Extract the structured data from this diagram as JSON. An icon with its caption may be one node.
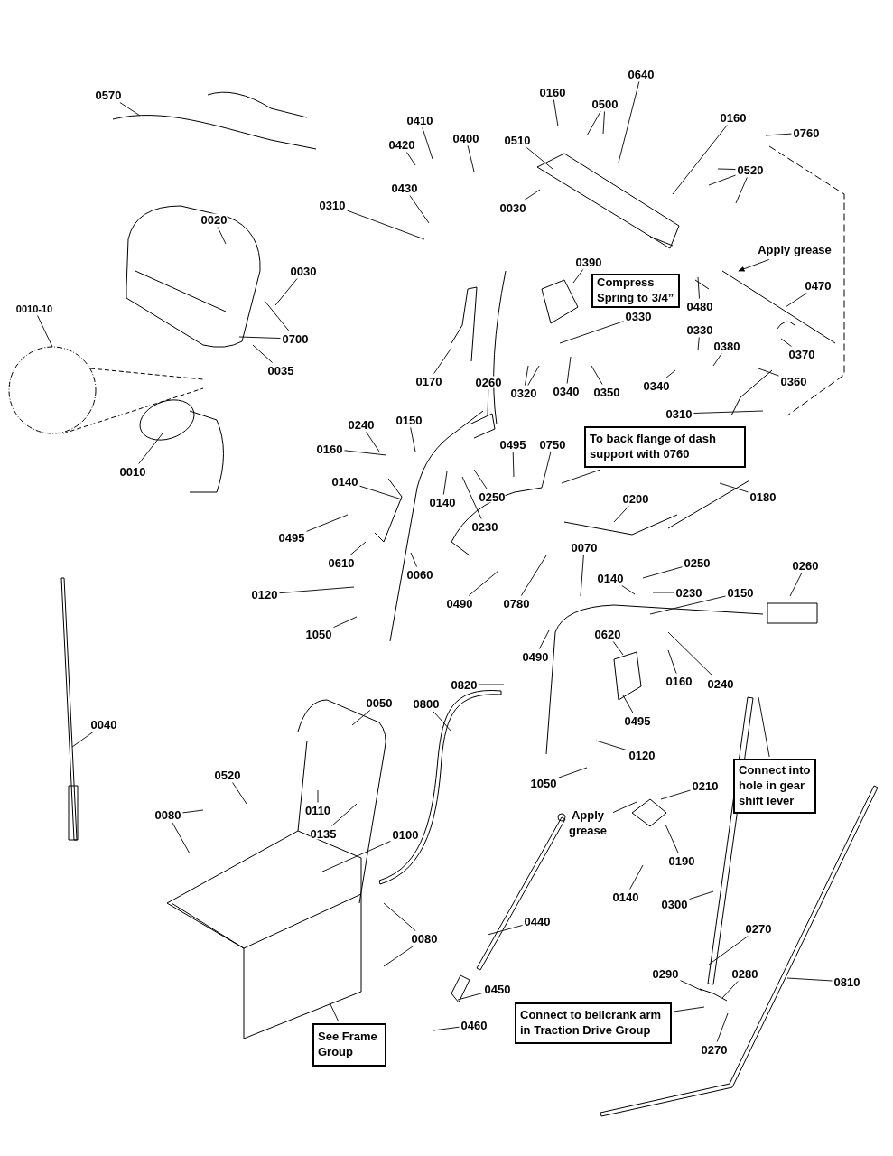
{
  "diagram": {
    "nodes": [
      {
        "text": [
          "0570"
        ]
      },
      {
        "text": [
          "0410"
        ]
      },
      {
        "text": [
          "0420"
        ]
      },
      {
        "text": [
          "0400"
        ]
      },
      {
        "text": [
          "0430"
        ]
      },
      {
        "text": [
          "0310"
        ]
      },
      {
        "text": [
          "0160"
        ]
      },
      {
        "text": [
          "0500"
        ]
      },
      {
        "text": [
          "0640"
        ]
      },
      {
        "text": [
          "0510"
        ]
      },
      {
        "text": [
          "0030"
        ]
      },
      {
        "text": [
          "0160"
        ]
      },
      {
        "text": [
          "0760"
        ]
      },
      {
        "text": [
          "0520"
        ]
      },
      {
        "text": [
          "0020"
        ]
      },
      {
        "text": [
          "0030"
        ]
      },
      {
        "text": [
          "0700"
        ]
      },
      {
        "text": [
          "0035"
        ]
      },
      {
        "text": [
          "0010-10"
        ]
      },
      {
        "text": [
          "0010"
        ]
      },
      {
        "text": [
          "Apply grease"
        ]
      },
      {
        "text": [
          "0470"
        ]
      },
      {
        "text": [
          "0390"
        ]
      },
      {
        "text": [
          "Compress Spring to 3/4”"
        ]
      },
      {
        "text": [
          "0330"
        ]
      },
      {
        "text": [
          "0480"
        ]
      },
      {
        "text": [
          "0330"
        ]
      },
      {
        "text": [
          "0380"
        ]
      },
      {
        "text": [
          "0370"
        ]
      },
      {
        "text": [
          "0360"
        ]
      },
      {
        "text": [
          "0310"
        ]
      },
      {
        "text": [
          "0320"
        ]
      },
      {
        "text": [
          "0340"
        ]
      },
      {
        "text": [
          "0350"
        ]
      },
      {
        "text": [
          "0340"
        ]
      },
      {
        "text": [
          "0170"
        ]
      },
      {
        "text": [
          "0260"
        ]
      },
      {
        "text": [
          "To back flange of dash support with 0760"
        ]
      },
      {
        "text": [
          "0240"
        ]
      },
      {
        "text": [
          "0150"
        ]
      },
      {
        "text": [
          "0160"
        ]
      },
      {
        "text": [
          "0140"
        ]
      },
      {
        "text": [
          "0140"
        ]
      },
      {
        "text": [
          "0250"
        ]
      },
      {
        "text": [
          "0230"
        ]
      },
      {
        "text": [
          "0495"
        ]
      },
      {
        "text": [
          "0750"
        ]
      },
      {
        "text": [
          "0495"
        ]
      },
      {
        "text": [
          "0610"
        ]
      },
      {
        "text": [
          "0060"
        ]
      },
      {
        "text": [
          "0490"
        ]
      },
      {
        "text": [
          "0780"
        ]
      },
      {
        "text": [
          "0120"
        ]
      },
      {
        "text": [
          "1050"
        ]
      },
      {
        "text": [
          "0200"
        ]
      },
      {
        "text": [
          "0180"
        ]
      },
      {
        "text": [
          "0070"
        ]
      },
      {
        "text": [
          "0140"
        ]
      },
      {
        "text": [
          "0250"
        ]
      },
      {
        "text": [
          "0230"
        ]
      },
      {
        "text": [
          "0150"
        ]
      },
      {
        "text": [
          "0260"
        ]
      },
      {
        "text": [
          "0490"
        ]
      },
      {
        "text": [
          "0620"
        ]
      },
      {
        "text": [
          "0160"
        ]
      },
      {
        "text": [
          "0240"
        ]
      },
      {
        "text": [
          "0495"
        ]
      },
      {
        "text": [
          "0120"
        ]
      },
      {
        "text": [
          "1050"
        ]
      },
      {
        "text": [
          "0820"
        ]
      },
      {
        "text": [
          "0800"
        ]
      },
      {
        "text": [
          "0040"
        ]
      },
      {
        "text": [
          "0050"
        ]
      },
      {
        "text": [
          "0520"
        ]
      },
      {
        "text": [
          "0110"
        ]
      },
      {
        "text": [
          "0135"
        ]
      },
      {
        "text": [
          "0100"
        ]
      },
      {
        "text": [
          "0080"
        ]
      },
      {
        "text": [
          "0080"
        ]
      },
      {
        "text": [
          "0210"
        ]
      },
      {
        "text": [
          "Apply grease"
        ]
      },
      {
        "text": [
          "0190"
        ]
      },
      {
        "text": [
          "0140"
        ]
      },
      {
        "text": [
          "0300"
        ]
      },
      {
        "text": [
          "Connect into hole in gear shift lever"
        ]
      },
      {
        "text": [
          "0440"
        ]
      },
      {
        "text": [
          "0450"
        ]
      },
      {
        "text": [
          "0460"
        ]
      },
      {
        "text": [
          "0270"
        ]
      },
      {
        "text": [
          "0290"
        ]
      },
      {
        "text": [
          "0280"
        ]
      },
      {
        "text": [
          "0270"
        ]
      },
      {
        "text": [
          "Connect to bellcrank arm in Traction Drive Group"
        ]
      },
      {
        "text": [
          "0810"
        ]
      },
      {
        "text": [
          "See Frame Group"
        ]
      }
    ],
    "edges": [
      {
        "from": 0,
        "to": null,
        "arrow": "none"
      },
      {
        "from": 1,
        "to": null,
        "arrow": "none"
      },
      {
        "from": 2,
        "to": null,
        "arrow": "none"
      },
      {
        "from": 3,
        "to": null,
        "arrow": "none"
      },
      {
        "from": 4,
        "to": null,
        "arrow": "none"
      },
      {
        "from": 5,
        "to": null,
        "arrow": "none"
      },
      {
        "from": 6,
        "to": null,
        "arrow": "none"
      },
      {
        "from": 7,
        "to": null,
        "arrow": "none"
      },
      {
        "from": 7,
        "to": null,
        "arrow": "none"
      },
      {
        "from": 8,
        "to": null,
        "arrow": "none"
      },
      {
        "from": 9,
        "to": null,
        "arrow": "none"
      },
      {
        "from": 10,
        "to": null,
        "arrow": "none"
      },
      {
        "from": 11,
        "to": null,
        "arrow": "none"
      },
      {
        "from": 12,
        "to": null,
        "arrow": "none"
      },
      {
        "from": 13,
        "to": null,
        "arrow": "none"
      },
      {
        "from": 13,
        "to": null,
        "arrow": "none"
      },
      {
        "from": 13,
        "to": null,
        "arrow": "none"
      },
      {
        "from": 14,
        "to": null,
        "arrow": "none"
      },
      {
        "from": 15,
        "to": null,
        "arrow": "none"
      },
      {
        "from": 16,
        "to": null,
        "arrow": "none"
      },
      {
        "from": 16,
        "to": null,
        "arrow": "none"
      },
      {
        "from": 17,
        "to": null,
        "arrow": "none"
      },
      {
        "from": 18,
        "to": null,
        "arrow": "none"
      },
      {
        "from": 19,
        "to": null,
        "arrow": "none"
      },
      {
        "from": 20,
        "to": null,
        "arrow": "to"
      },
      {
        "from": 21,
        "to": null,
        "arrow": "none"
      },
      {
        "from": 22,
        "to": null,
        "arrow": "none"
      },
      {
        "from": 24,
        "to": null,
        "arrow": "none"
      },
      {
        "from": 25,
        "to": null,
        "arrow": "none"
      },
      {
        "from": 26,
        "to": null,
        "arrow": "none"
      },
      {
        "from": 27,
        "to": null,
        "arrow": "none"
      },
      {
        "from": 28,
        "to": null,
        "arrow": "none"
      },
      {
        "from": 29,
        "to": null,
        "arrow": "none"
      },
      {
        "from": 30,
        "to": null,
        "arrow": "none"
      },
      {
        "from": 31,
        "to": null,
        "arrow": "none"
      },
      {
        "from": 31,
        "to": null,
        "arrow": "none"
      },
      {
        "from": 32,
        "to": null,
        "arrow": "none"
      },
      {
        "from": 33,
        "to": null,
        "arrow": "none"
      },
      {
        "from": 34,
        "to": null,
        "arrow": "none"
      },
      {
        "from": 35,
        "to": null,
        "arrow": "none"
      },
      {
        "from": 36,
        "to": null,
        "arrow": "none"
      },
      {
        "from": 37,
        "to": null,
        "arrow": "none"
      },
      {
        "from": 38,
        "to": null,
        "arrow": "none"
      },
      {
        "from": 39,
        "to": null,
        "arrow": "none"
      },
      {
        "from": 40,
        "to": null,
        "arrow": "none"
      },
      {
        "from": 41,
        "to": null,
        "arrow": "none"
      },
      {
        "from": 42,
        "to": null,
        "arrow": "none"
      },
      {
        "from": 43,
        "to": null,
        "arrow": "none"
      },
      {
        "from": 44,
        "to": null,
        "arrow": "none"
      },
      {
        "from": 45,
        "to": null,
        "arrow": "none"
      },
      {
        "from": 46,
        "to": null,
        "arrow": "none"
      },
      {
        "from": 47,
        "to": null,
        "arrow": "none"
      },
      {
        "from": 48,
        "to": null,
        "arrow": "none"
      },
      {
        "from": 49,
        "to": null,
        "arrow": "none"
      },
      {
        "from": 50,
        "to": null,
        "arrow": "none"
      },
      {
        "from": 51,
        "to": null,
        "arrow": "none"
      },
      {
        "from": 52,
        "to": null,
        "arrow": "none"
      },
      {
        "from": 53,
        "to": null,
        "arrow": "none"
      },
      {
        "from": 54,
        "to": null,
        "arrow": "none"
      },
      {
        "from": 55,
        "to": null,
        "arrow": "none"
      },
      {
        "from": 56,
        "to": null,
        "arrow": "none"
      },
      {
        "from": 57,
        "to": null,
        "arrow": "none"
      },
      {
        "from": 58,
        "to": null,
        "arrow": "none"
      },
      {
        "from": 59,
        "to": null,
        "arrow": "none"
      },
      {
        "from": 60,
        "to": null,
        "arrow": "none"
      },
      {
        "from": 61,
        "to": null,
        "arrow": "none"
      },
      {
        "from": 62,
        "to": null,
        "arrow": "none"
      },
      {
        "from": 63,
        "to": null,
        "arrow": "none"
      },
      {
        "from": 64,
        "to": null,
        "arrow": "none"
      },
      {
        "from": 65,
        "to": null,
        "arrow": "none"
      },
      {
        "from": 66,
        "to": null,
        "arrow": "none"
      },
      {
        "from": 67,
        "to": null,
        "arrow": "none"
      },
      {
        "from": 68,
        "to": null,
        "arrow": "none"
      },
      {
        "from": 69,
        "to": null,
        "arrow": "none"
      },
      {
        "from": 70,
        "to": null,
        "arrow": "none"
      },
      {
        "from": 71,
        "to": null,
        "arrow": "none"
      },
      {
        "from": 72,
        "to": null,
        "arrow": "none"
      },
      {
        "from": 73,
        "to": null,
        "arrow": "none"
      },
      {
        "from": 74,
        "to": null,
        "arrow": "none"
      },
      {
        "from": 75,
        "to": null,
        "arrow": "none"
      },
      {
        "from": 76,
        "to": null,
        "arrow": "none"
      },
      {
        "from": 77,
        "to": null,
        "arrow": "none"
      },
      {
        "from": 77,
        "to": null,
        "arrow": "none"
      },
      {
        "from": 78,
        "to": null,
        "arrow": "none"
      },
      {
        "from": 78,
        "to": null,
        "arrow": "none"
      },
      {
        "from": 79,
        "to": null,
        "arrow": "none"
      },
      {
        "from": 80,
        "to": null,
        "arrow": "none"
      },
      {
        "from": 81,
        "to": null,
        "arrow": "none"
      },
      {
        "from": 82,
        "to": null,
        "arrow": "none"
      },
      {
        "from": 83,
        "to": null,
        "arrow": "none"
      },
      {
        "from": 84,
        "to": null,
        "arrow": "none"
      },
      {
        "from": 85,
        "to": null,
        "arrow": "none"
      },
      {
        "from": 86,
        "to": null,
        "arrow": "none"
      },
      {
        "from": 87,
        "to": null,
        "arrow": "none"
      },
      {
        "from": 88,
        "to": null,
        "arrow": "none"
      },
      {
        "from": 89,
        "to": null,
        "arrow": "none"
      },
      {
        "from": 90,
        "to": null,
        "arrow": "none"
      },
      {
        "from": 91,
        "to": null,
        "arrow": "none"
      },
      {
        "from": 92,
        "to": null,
        "arrow": "none"
      },
      {
        "from": 93,
        "to": null,
        "arrow": "none"
      },
      {
        "from": 94,
        "to": null,
        "arrow": "none"
      }
    ]
  }
}
